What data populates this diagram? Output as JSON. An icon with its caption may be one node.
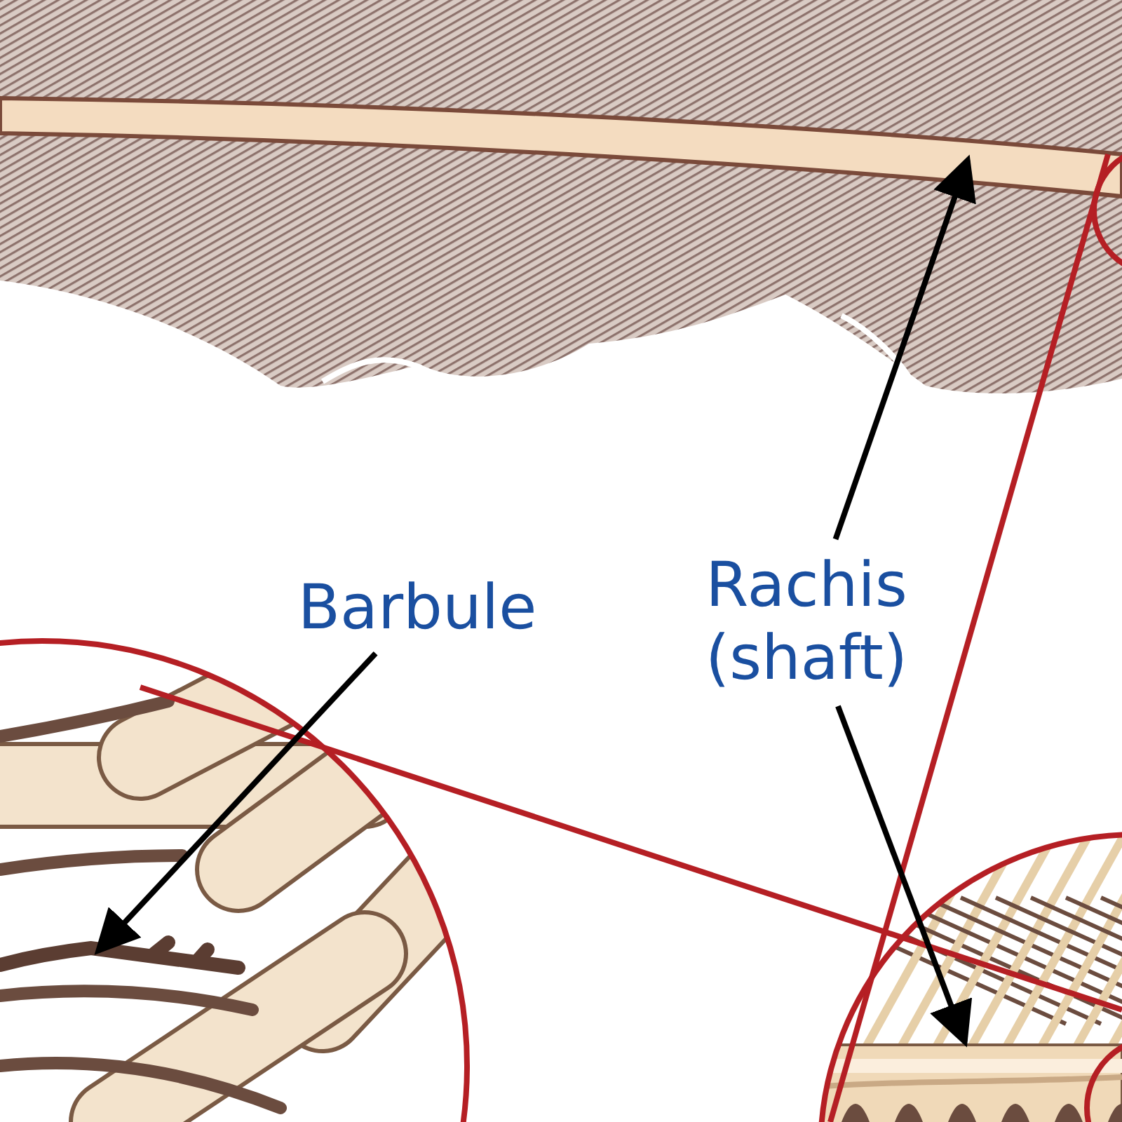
{
  "diagram": {
    "nodes": [
      {
        "text": [
          "Barbule"
        ]
      },
      {
        "text": [
          "Rachis (shaft)"
        ]
      },
      {
        "text": [],
        "shape": "picture"
      },
      {
        "text": [],
        "shape": "picture"
      },
      {
        "text": [],
        "shape": "picture"
      }
    ],
    "edges": [
      {
        "from": 0,
        "to": 2,
        "arrow": "to"
      },
      {
        "from": 1,
        "to": 3,
        "arrow": "to"
      },
      {
        "from": 1,
        "to": 4,
        "arrow": "to"
      }
    ]
  }
}
